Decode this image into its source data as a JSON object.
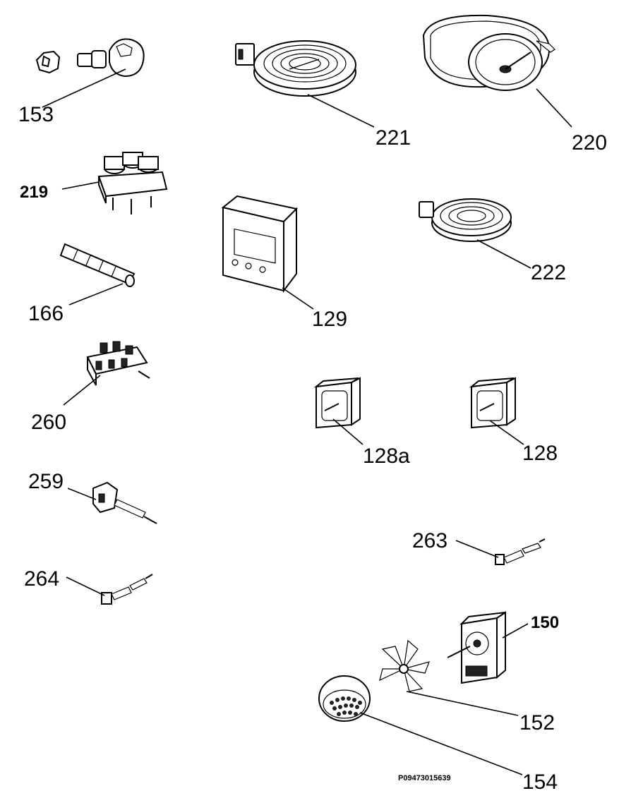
{
  "labels": {
    "p153": "153",
    "p221": "221",
    "p220": "220",
    "p219": "219",
    "p166": "166",
    "p129": "129",
    "p222": "222",
    "p260": "260",
    "p128a": "128a",
    "p128": "128",
    "p259": "259",
    "p263": "263",
    "p264": "264",
    "p150": "150",
    "p152": "152",
    "p154": "154"
  },
  "drawing_code": "P09473015639"
}
